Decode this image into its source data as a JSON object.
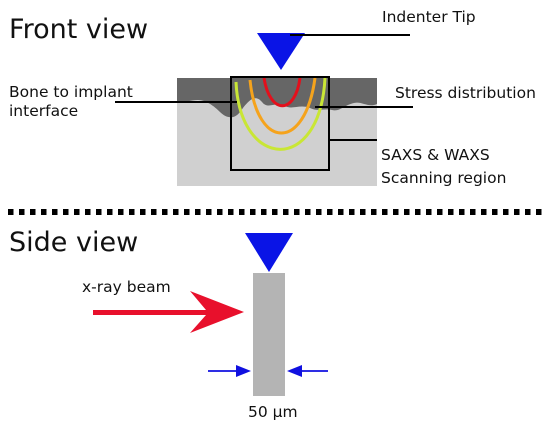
{
  "front_view": {
    "heading": "Front view",
    "labels": {
      "indenter_tip": "Indenter Tip",
      "interface_line1": "Bone to implant",
      "interface_line2": "interface",
      "stress": "Stress distribution",
      "scan_line1": "SAXS & WAXS",
      "scan_line2": "Scanning region"
    }
  },
  "side_view": {
    "heading": "Side view",
    "labels": {
      "beam": "x-ray beam",
      "thickness": "50 µm"
    }
  },
  "colors": {
    "indenter": "#0a14e6",
    "bone_block": "#d0d0d0",
    "implant": "#666666",
    "stress_red": "#e3101c",
    "stress_orange": "#f5a31c",
    "stress_green": "#c9e635",
    "beam": "#e8102c",
    "sample": "#b4b4b4",
    "arrow": "#1010e0"
  }
}
